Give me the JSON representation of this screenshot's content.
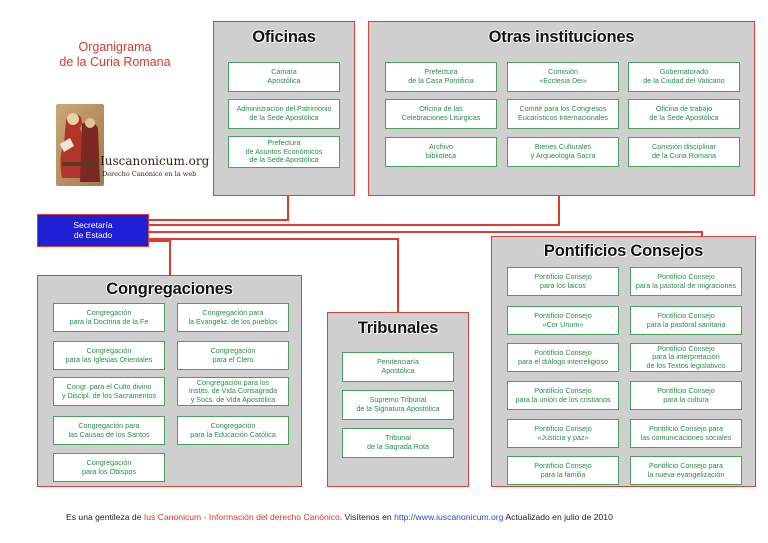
{
  "title": {
    "line1": "Organigrama",
    "line2": "de la Curia Romana"
  },
  "logo": {
    "name": "Iuscanonicum.org",
    "tagline": "Derecho Canónico en la web"
  },
  "secretaria": {
    "label": "Secretaría\nde Estado"
  },
  "panels": {
    "oficinas": {
      "title": "Oficinas",
      "items": [
        "Cámara\nApostólica",
        "Administración del Patrimonio\nde la Sede Apostólica",
        "Prefectura\nde Asuntos Económicos\nde la Sede Apostólica"
      ]
    },
    "otras": {
      "title": "Otras instituciones",
      "items": [
        "Prefectura\nde la Casa Pontificia",
        "Comisión\n«Ecclesia Dei»",
        "Gobernatorado\nde la Ciudad del Vaticano",
        "Oficina de las\nCelebraciones Litúrgicas",
        "Comité para los Congresos\nEucarísticos Internacionales",
        "Oficina de trabajo\nde la Sede Apostólica",
        "Archivo\nbiblioteca",
        "Bienes Culturales\ny Arqueología Sacra",
        "Comisión disciplinar\nde la Curia Romana"
      ]
    },
    "congregaciones": {
      "title": "Congregaciones",
      "items": [
        "Congregación\npara la Doctrina de la Fe",
        "Congregación para\nla Evangeliz. de los pueblos",
        "Congregación\npara las Iglesias Orientales",
        "Congregación\npara el Clero",
        "Congr. para el Culto divino\ny Discipl. de los Sacramentos",
        "Congregación para los\nInstits. de Vida Consagrada\ny Socs. de Vida Apostólica",
        "Congregación para\nlas Causas de los Santos",
        "Congregación\npara la Educación Católica",
        "Congregación\npara los Obispos"
      ]
    },
    "tribunales": {
      "title": "Tribunales",
      "items": [
        "Penitenciaría\nApostólica",
        "Supremo Tribunal\nde la Signatura Apostólica",
        "Tribunal\nde la Sagrada Rota"
      ]
    },
    "consejos": {
      "title": "Pontificios Consejos",
      "items": [
        "Pontificio Consejo\npara los laicos",
        "Pontificio Consejo\npara la pastoral de migraciones",
        "Pontificio Consejo\n«Cor Unum»",
        "Pontificio Consejo\npara la pastoral sanitaria",
        "Pontificio Consejo\npara el diálogo interreligioso",
        "Pontificio Consejo\npara la interpretación\nde los Textos legislativos",
        "Pontificio Consejo\npara la unión de los cristianos",
        "Pontificio Consejo\npara la cultura",
        "Pontificio Consejo\n«Justicia y paz»",
        "Pontificio Consejo para\nlas comunicaciones sociales",
        "Pontificio Consejo\npara la familia",
        "Pontificio Consejo para\nla nueva evangelización"
      ]
    }
  },
  "footer": {
    "prefix": "Es una gentileza de ",
    "brand": "Ius Canonicum - Información del derecho Canónico",
    "middle": ". Visítenos en ",
    "url": "http://www.iuscanonicum.org",
    "suffix": "  Actualizado en julio de 2010"
  },
  "colors": {
    "accent_red": "#d23a2a",
    "box_green": "#2a8a4a",
    "secretaria_blue": "#1f1fd6",
    "panel_gray": "#cfcfcf"
  }
}
